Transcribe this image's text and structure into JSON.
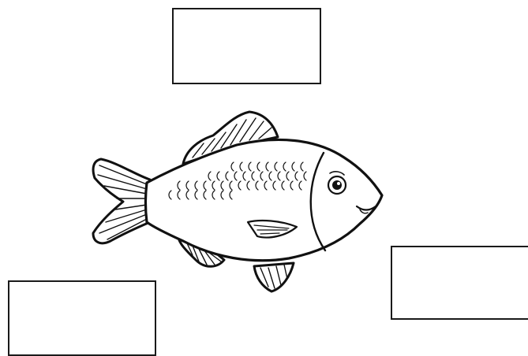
{
  "diagram": {
    "subject_icon": "fish-icon",
    "label_boxes": [
      {
        "id": "top",
        "text": ""
      },
      {
        "id": "bottom-left",
        "text": ""
      },
      {
        "id": "right",
        "text": ""
      }
    ],
    "colors": {
      "outline": "#111111",
      "background": "#ffffff"
    }
  }
}
